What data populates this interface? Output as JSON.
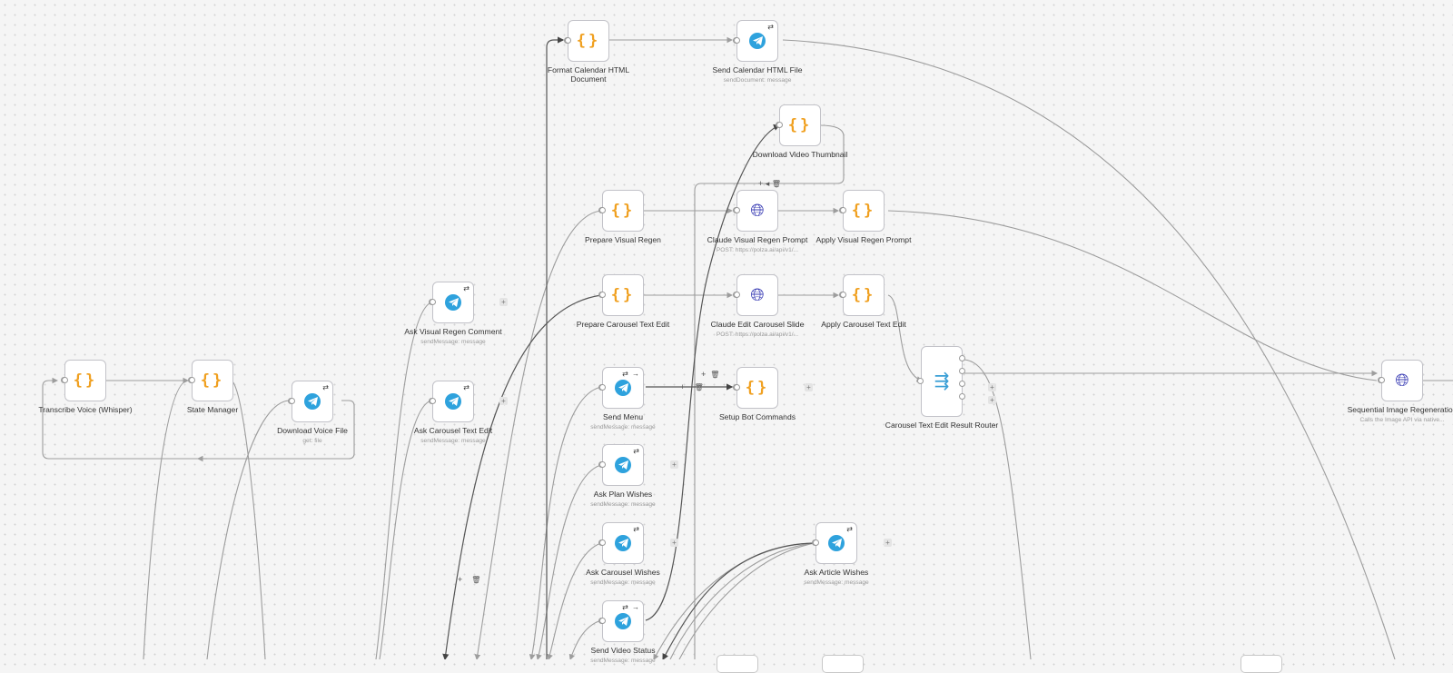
{
  "icons": {
    "code": "code-braces-icon",
    "telegram": "telegram-icon",
    "http": "globe-icon",
    "switch": "switch-router-icon",
    "refresh": "refresh-icon",
    "plus": "plus-icon",
    "trash": "trash-icon"
  },
  "colors": {
    "code": "#f0a020",
    "telegram": "#2ea2dd",
    "http": "#3c3fb5",
    "switch": "#3a9fd6",
    "edge": "#9d9d9d",
    "edge_dark": "#555555"
  },
  "nodes": {
    "format_calendar": {
      "label": "Format Calendar HTML Document"
    },
    "send_calendar": {
      "label": "Send Calendar HTML File",
      "sub": "sendDocument: message"
    },
    "download_thumbnail": {
      "label": "Download Video Thumbnail"
    },
    "prepare_visual_regen": {
      "label": "Prepare Visual Regen"
    },
    "claude_visual_regen": {
      "label": "Claude Visual Regen Prompt",
      "sub": "POST: https://polza.ai/api/v1/..."
    },
    "apply_visual_regen": {
      "label": "Apply Visual Regen Prompt"
    },
    "ask_visual_regen": {
      "label": "Ask Visual Regen Comment",
      "sub": "sendMessage: message"
    },
    "prepare_carousel_edit": {
      "label": "Prepare Carousel Text Edit"
    },
    "claude_edit_carousel": {
      "label": "Claude Edit Carousel Slide",
      "sub": "POST: https://polza.ai/api/v1/..."
    },
    "apply_carousel_edit": {
      "label": "Apply Carousel Text Edit"
    },
    "transcribe_voice": {
      "label": "Transcribe Voice (Whisper)"
    },
    "state_manager": {
      "label": "State Manager"
    },
    "download_voice": {
      "label": "Download Voice File",
      "sub": "get: file"
    },
    "ask_carousel_edit": {
      "label": "Ask Carousel Text Edit",
      "sub": "sendMessage: message"
    },
    "send_menu": {
      "label": "Send Menu",
      "sub": "sendMessage: message"
    },
    "setup_bot": {
      "label": "Setup Bot Commands"
    },
    "carousel_router": {
      "label": "Carousel Text Edit Result Router"
    },
    "sequential_image": {
      "label": "Sequential Image Regeneration",
      "sub": "Calls the Image API via native..."
    },
    "ask_plan": {
      "label": "Ask Plan Wishes",
      "sub": "sendMessage: message"
    },
    "ask_carousel_wishes": {
      "label": "Ask Carousel Wishes",
      "sub": "sendMessage: message"
    },
    "ask_article": {
      "label": "Ask Article Wishes",
      "sub": "sendMessage: message"
    },
    "send_video_status": {
      "label": "Send Video Status",
      "sub": "sendMessage: message"
    }
  },
  "toolbar": {
    "plus": "+",
    "minus": "−",
    "arrow": "→",
    "refresh": "⇄",
    "trash": "🗑"
  }
}
